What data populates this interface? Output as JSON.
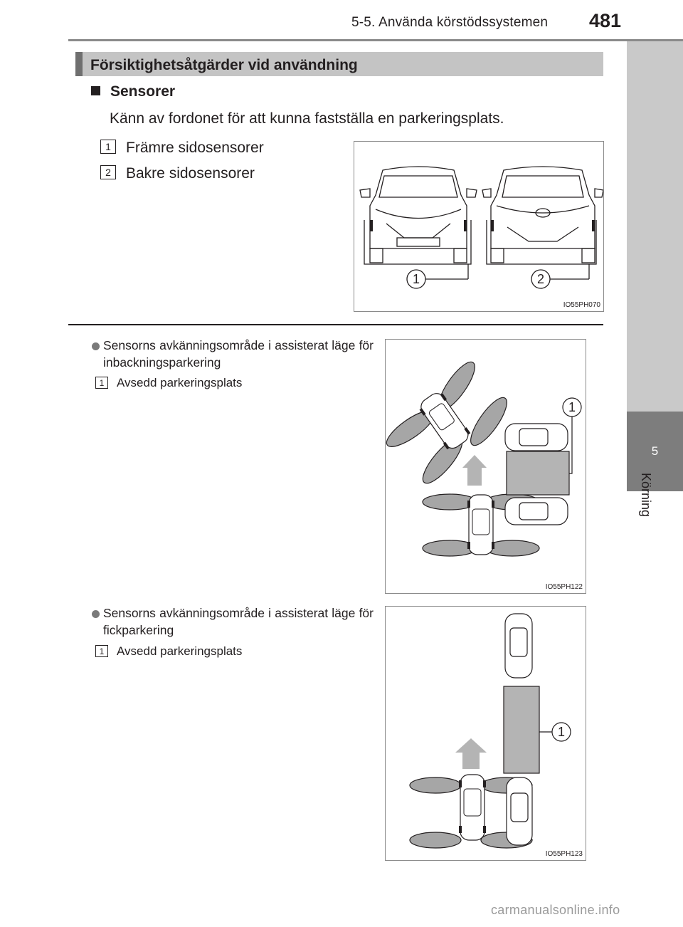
{
  "header": {
    "section": "5-5. Använda körstödssystemen",
    "page_number": "481"
  },
  "side_tab": {
    "chapter_number": "5",
    "chapter_label": "Körning"
  },
  "heading": {
    "title": "Försiktighetsåtgärder vid användning"
  },
  "sensors": {
    "subtitle": "Sensorer",
    "intro": "Känn av fordonet för att kunna fastställa en parkeringsplats.",
    "items": [
      {
        "num": "1",
        "label": "Främre sidosensorer"
      },
      {
        "num": "2",
        "label": "Bakre sidosensorer"
      }
    ],
    "figure": {
      "code": "IO55PH070",
      "callouts": [
        "1",
        "2"
      ]
    }
  },
  "bullets": [
    {
      "text": "Sensorns avkänningsområde i assisterat läge för inbackningsparkering",
      "item_num": "1",
      "item_label": "Avsedd parkeringsplats",
      "figure": {
        "code": "IO55PH122",
        "callout": "1"
      }
    },
    {
      "text": "Sensorns avkänningsområde i assisterat läge för fickparkering",
      "item_num": "1",
      "item_label": "Avsedd parkeringsplats",
      "figure": {
        "code": "IO55PH123",
        "callout": "1"
      }
    }
  ],
  "watermark": "carmanualsonline.info",
  "colors": {
    "heading_bar": "#c4c4c4",
    "side_tab_dark": "#7d7d7d",
    "side_tab_light": "#c9c9c9",
    "sensor_lobe": "#a6a6a6",
    "parking_space": "#b4b4b4"
  }
}
